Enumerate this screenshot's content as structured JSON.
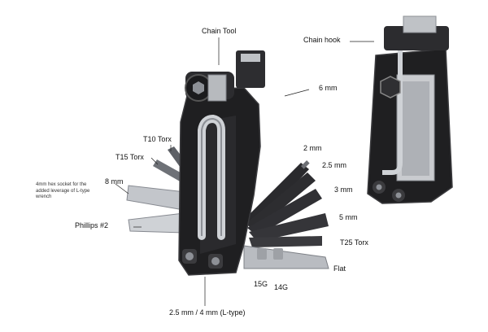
{
  "colors": {
    "background": "#ffffff",
    "body": "#1f1f21",
    "body_edge": "#3b3b3e",
    "steel": "#c9cbcf",
    "steel_dark": "#8d9096",
    "label": "#111111",
    "leader": "#222222"
  },
  "labels": {
    "chain_tool": "Chain Tool",
    "chain_hook": "Chain hook",
    "six_mm": "6 mm",
    "t10_torx": "T10 Torx",
    "t15_torx": "T15 Torx",
    "hex_socket_note": "4mm hex socket for the added leverage of L-type wrench",
    "eight_mm": "8 mm",
    "phillips_2": "Phillips #2",
    "two_mm": "2 mm",
    "two_five_mm": "2.5 mm",
    "three_mm": "3 mm",
    "five_mm": "5 mm",
    "t25_torx": "T25 Torx",
    "flat": "Flat",
    "spoke_15g": "15G",
    "spoke_14g": "14G",
    "l_type": "2.5 mm / 4 mm (L-type)"
  }
}
